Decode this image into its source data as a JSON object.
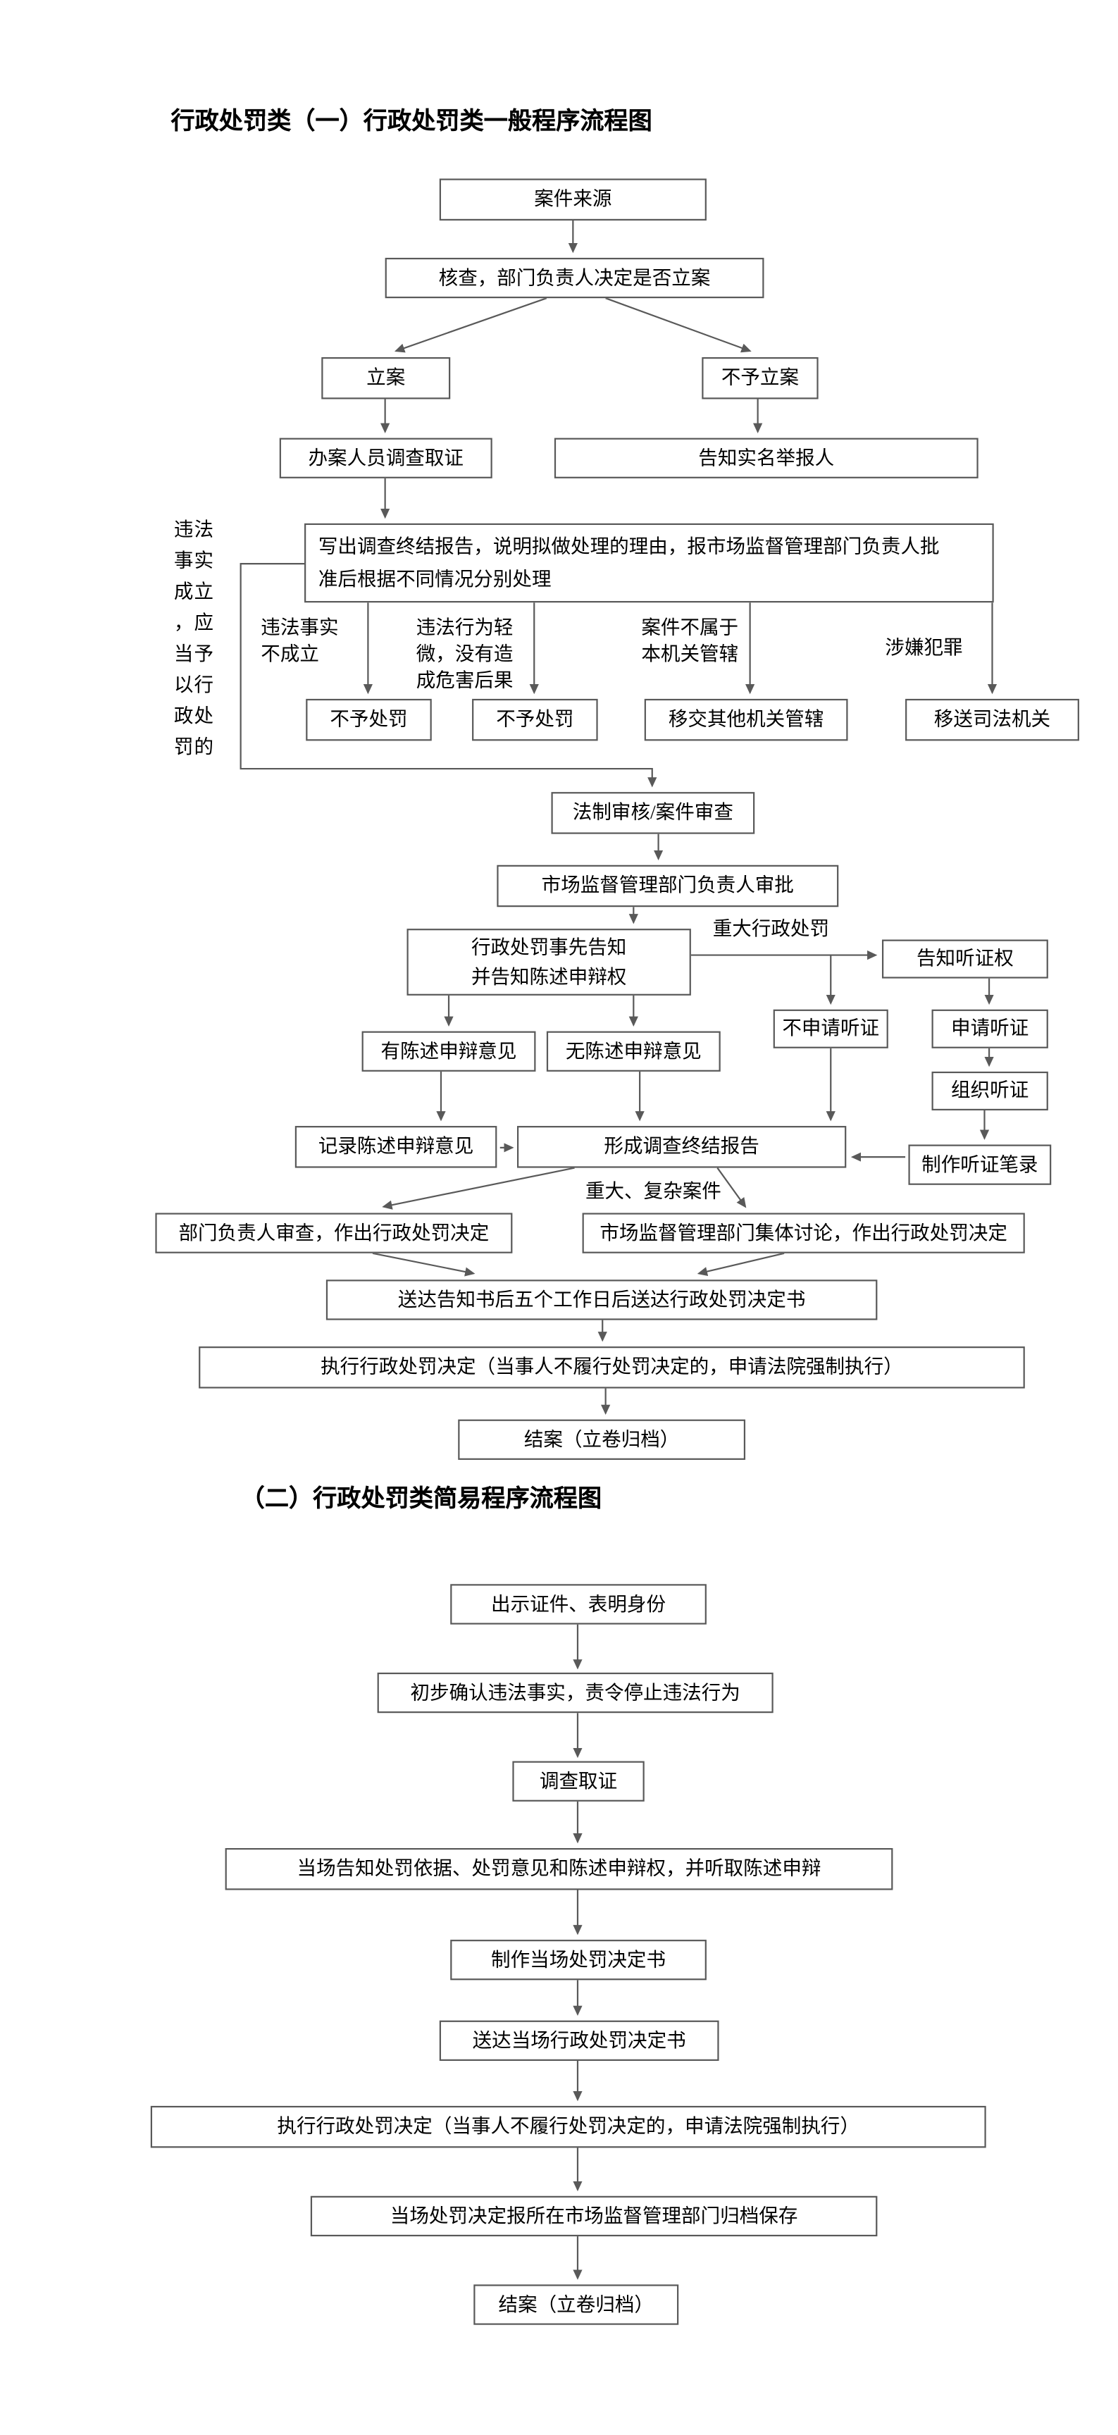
{
  "page": {
    "title1": "行政处罚类（一）行政处罚类一般程序流程图",
    "title2": "（二）行政处罚类简易程序流程图"
  },
  "flow1": {
    "case_source": "案件来源",
    "verify": "核查，部门负责人决定是否立案",
    "file_case": "立案",
    "no_file_case": "不予立案",
    "investigate": "办案人员调查取证",
    "inform_whistleblower": "告知实名举报人",
    "report": "写出调查终结报告，说明拟做处理的理由，报市场监督管理部门负责人批准后根据不同情况分别处理",
    "side_note": "违法事实成立，应当予以行政处罚的",
    "branch1_label": "违法事实不成立",
    "branch2_label": "违法行为轻微，没有造成危害后果",
    "branch3_label": "案件不属于本机关管辖",
    "branch4_label": "涉嫌犯罪",
    "no_penalty1": "不予处罚",
    "no_penalty2": "不予处罚",
    "transfer_other": "移交其他机关管辖",
    "transfer_judicial": "移送司法机关",
    "legal_review": "法制审核/案件审查",
    "head_approval": "市场监督管理部门负责人审批",
    "prior_notice_line1": "行政处罚事先告知",
    "prior_notice_line2": "并告知陈述申辩权",
    "major_penalty_label": "重大行政处罚",
    "inform_hearing": "告知听证权",
    "no_hearing": "不申请听证",
    "apply_hearing": "申请听证",
    "organize_hearing": "组织听证",
    "hearing_record": "制作听证笔录",
    "has_statement": "有陈述申辩意见",
    "no_statement": "无陈述申辩意见",
    "record_statement": "记录陈述申辩意见",
    "final_report": "形成调查终结报告",
    "major_complex_label": "重大、复杂案件",
    "dept_review": "部门负责人审查，作出行政处罚决定",
    "collective": "市场监督管理部门集体讨论，作出行政处罚决定",
    "deliver_decision": "送达告知书后五个工作日后送达行政处罚决定书",
    "execute": "执行行政处罚决定（当事人不履行处罚决定的，申请法院强制执行）",
    "close_case": "结案（立卷归档）"
  },
  "flow2": {
    "show_id": "出示证件、表明身份",
    "confirm": "初步确认违法事实，责令停止违法行为",
    "investigate": "调查取证",
    "onsite_notice": "当场告知处罚依据、处罚意见和陈述申辩权，并听取陈述申辩",
    "make_decision": "制作当场处罚决定书",
    "deliver": "送达当场行政处罚决定书",
    "execute": "执行行政处罚决定（当事人不履行处罚决定的，申请法院强制执行）",
    "archive": "当场处罚决定报所在市场监督管理部门归档保存",
    "close_case": "结案（立卷归档）"
  }
}
